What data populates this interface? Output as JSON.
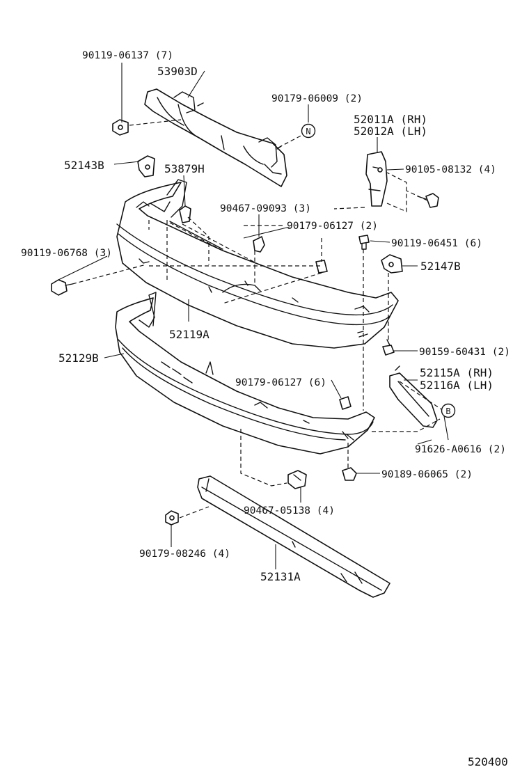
{
  "labels": {
    "p90119_06137": "90119-06137 (7)",
    "p53903D": "53903D",
    "p90179_06009": "90179-06009 (2)",
    "p52011A": "52011A (RH)",
    "p52012A": "52012A (LH)",
    "p52143B": "52143B",
    "p53879H": "53879H",
    "p90105_08132": "90105-08132 (4)",
    "p90467_09093": "90467-09093 (3)",
    "p90179_06127a": "90179-06127 (2)",
    "p90119_06768": "90119-06768 (3)",
    "p90119_06451": "90119-06451 (6)",
    "p52147B": "52147B",
    "p52119A": "52119A",
    "p90159_60431": "90159-60431 (2)",
    "p52129B": "52129B",
    "p52115A": "52115A (RH)",
    "p52116A": "52116A (LH)",
    "p90179_06127b": "90179-06127 (6)",
    "p91626_A0616": "91626-A0616 (2)",
    "p90189_06065": "90189-06065 (2)",
    "p90467_05138": "90467-05138 (4)",
    "p90179_08246": "90179-08246 (4)",
    "p52131A": "52131A",
    "ref_N": "N",
    "ref_B": "B",
    "diagram_code": "520400"
  }
}
